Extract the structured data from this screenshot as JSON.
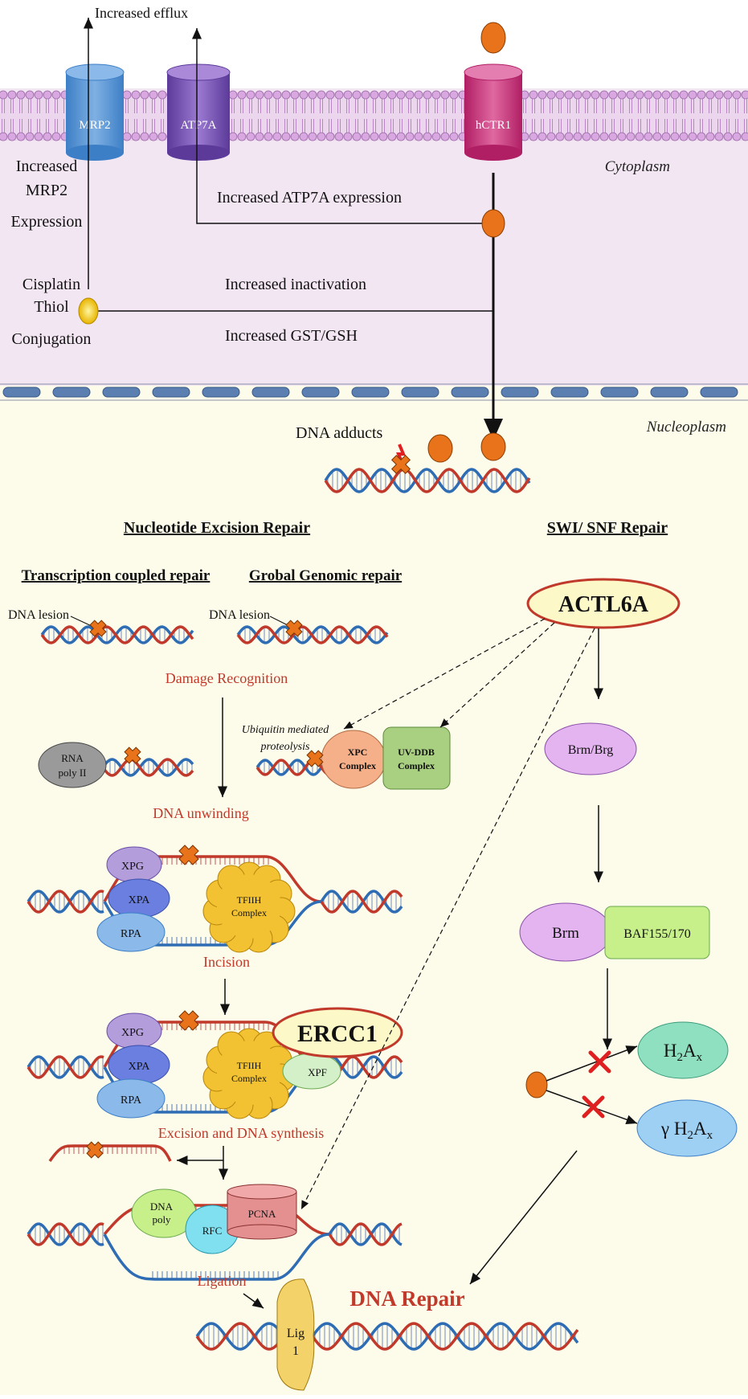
{
  "membrane": {
    "top_label": "Increased efflux",
    "mrp2": "MRP2",
    "atp7a": "ATP7A",
    "hctr1": "hCTR1",
    "cytoplasm": "Cytoplasm",
    "nucleoplasm": "Nucleoplasm"
  },
  "cyto": {
    "mrp2_expr_1": "Increased",
    "mrp2_expr_2": "MRP2",
    "mrp2_expr_3": "Expression",
    "atp7a_expr": "Increased ATP7A expression",
    "cisplatin_1": "Cisplatin",
    "cisplatin_2": "Thiol",
    "cisplatin_3": "Conjugation",
    "inactivation": "Increased inactivation",
    "gst": "Increased GST/GSH"
  },
  "nucleus": {
    "dna_adducts": "DNA adducts",
    "ner_title": "Nucleotide Excision Repair",
    "swi_title": "SWI/ SNF Repair",
    "tcr": "Transcription coupled repair",
    "ggr": "Grobal Genomic repair",
    "dna_lesion": "DNA lesion",
    "damage_recognition": "Damage Recognition",
    "ubiquitin_1": "Ubiquitin mediated",
    "ubiquitin_2": "proteolysis",
    "rna_pol_1": "RNA",
    "rna_pol_2": "poly II",
    "xpc_1": "XPC",
    "xpc_2": "Complex",
    "uvddb_1": "UV-DDB",
    "uvddb_2": "Complex",
    "dna_unwinding": "DNA unwinding",
    "xpg": "XPG",
    "xpa": "XPA",
    "rpa": "RPA",
    "tfiih_1": "TFIIH",
    "tfiih_2": "Complex",
    "incision": "Incision",
    "ercc1": "ERCC1",
    "xpf": "XPF",
    "excision": "Excision and DNA synthesis",
    "dna_poly_1": "DNA",
    "dna_poly_2": "poly",
    "rfc": "RFC",
    "pcna": "PCNA",
    "ligation": "Ligation",
    "lig_1": "Lig",
    "lig_2": "1",
    "dna_repair": "DNA Repair",
    "actl6a": "ACTL6A",
    "brm_brg": "Brm/Brg",
    "brm": "Brm",
    "baf": "BAF155/170",
    "h2ax_main": "H",
    "h2ax_sub1": "2",
    "h2ax_mid": "A",
    "h2ax_sub2": "x",
    "gamma_h2ax_main": "γ H",
    "gamma_h2ax_sub1": "2",
    "gamma_h2ax_mid": "A",
    "gamma_h2ax_sub2": "x"
  },
  "colors": {
    "cytoplasm_bg": "#f3e6f3",
    "nucleoplasm_bg": "#fdfcea",
    "red_label": "#c0392b",
    "cisplatin_orange": "#e8731a",
    "dna_blue": "#2e6db4",
    "dna_red": "#c0392b"
  }
}
